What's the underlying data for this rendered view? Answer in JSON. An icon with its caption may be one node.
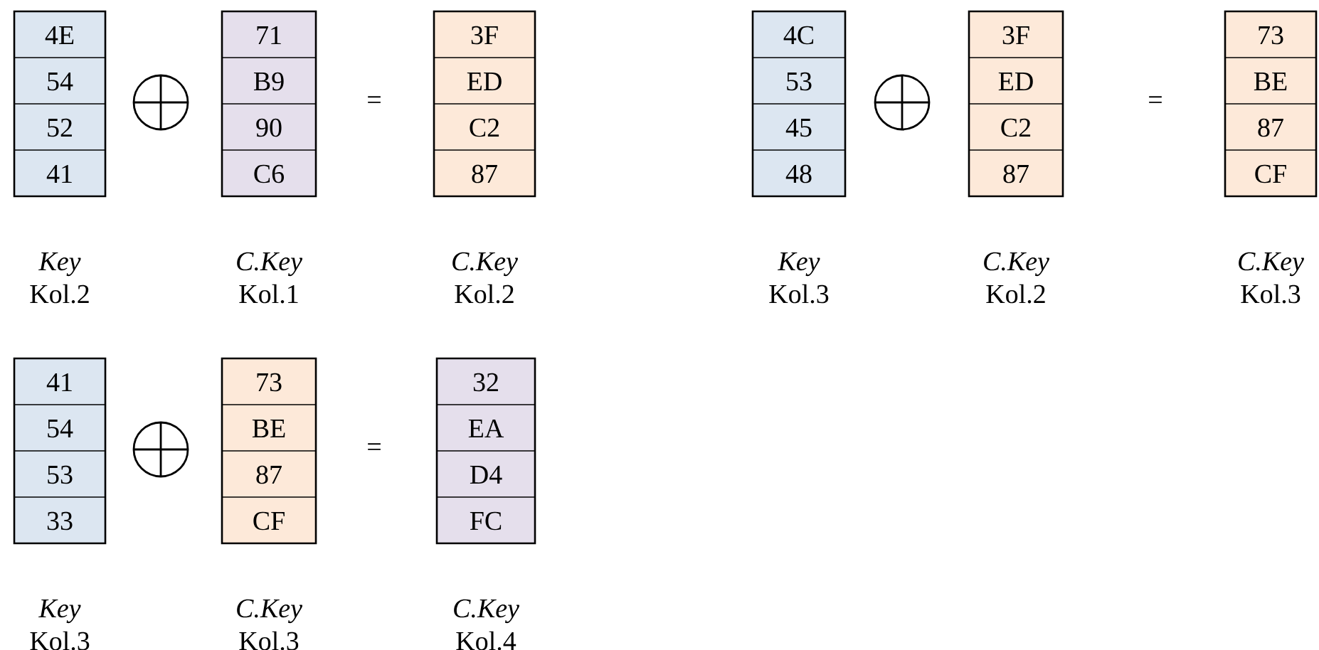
{
  "diagram": {
    "nodes": [
      {
        "text": [
          "4E",
          "54",
          "52",
          "41"
        ],
        "beside": [
          "Key",
          "Kol.2"
        ]
      },
      {
        "text": [
          "71",
          "B9",
          "90",
          "C6"
        ],
        "beside": [
          "C.Key",
          "Kol.1"
        ]
      },
      {
        "text": [
          "3F",
          "ED",
          "C2",
          "87"
        ],
        "beside": [
          "C.Key",
          "Kol.2"
        ]
      },
      {
        "text": [
          "4C",
          "53",
          "45",
          "48"
        ],
        "beside": [
          "Key",
          "Kol.3"
        ]
      },
      {
        "text": [
          "3F",
          "ED",
          "C2",
          "87"
        ],
        "beside": [
          "C.Key",
          "Kol.2"
        ]
      },
      {
        "text": [
          "73",
          "BE",
          "87",
          "CF"
        ],
        "beside": [
          "C.Key",
          "Kol.3"
        ]
      },
      {
        "text": [
          "41",
          "54",
          "53",
          "33"
        ],
        "beside": [
          "Key",
          "Kol.3"
        ]
      },
      {
        "text": [
          "73",
          "BE",
          "87",
          "CF"
        ],
        "beside": [
          "C.Key",
          "Kol.3"
        ]
      },
      {
        "text": [
          "32",
          "EA",
          "D4",
          "FC"
        ],
        "beside": [
          "C.Key",
          "Kol.4"
        ]
      }
    ],
    "labels": [
      "=",
      "=",
      "="
    ]
  }
}
